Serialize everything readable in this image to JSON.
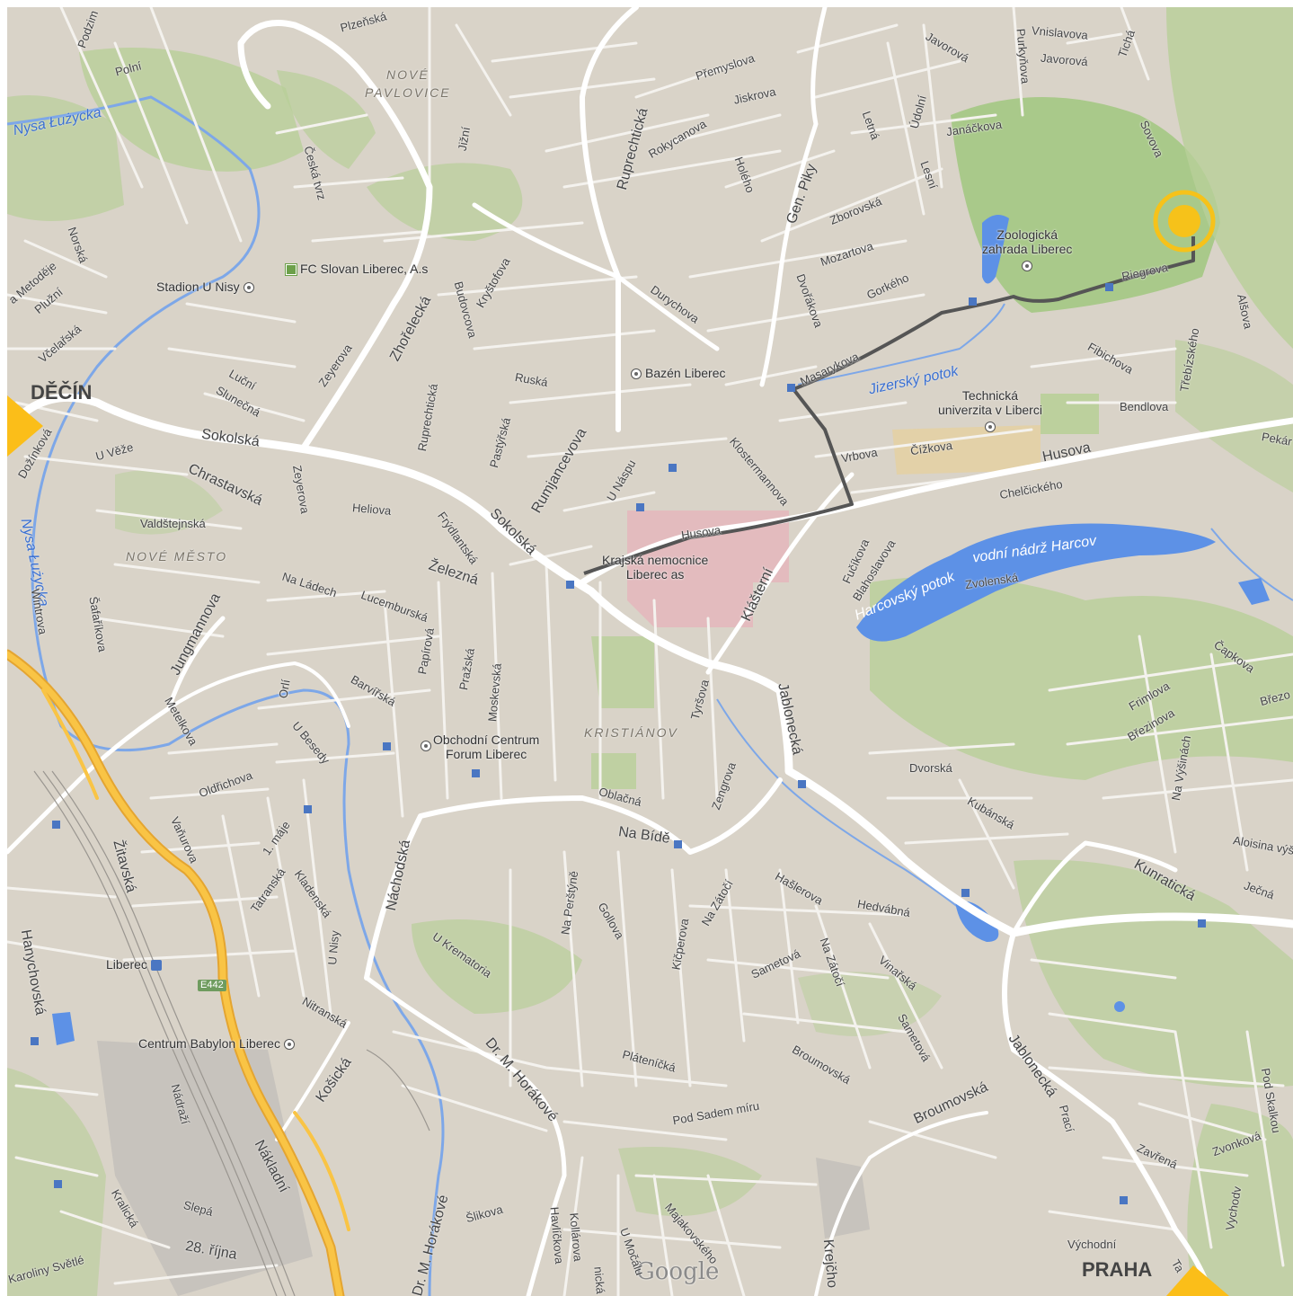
{
  "map": {
    "cities": {
      "left": "DĚČÍN",
      "bottom_right": "PRAHA"
    },
    "districts": [
      "NOVÉ",
      "PAVLOVICE",
      "NOVÉ MĚSTO",
      "KRISTIÁNOV"
    ],
    "pois": {
      "fc_slovan": "FC Slovan Liberec, A.s",
      "stadion": "Stadion U Nisy",
      "bazen": "Bazén Liberec",
      "zoo_1": "Zoologická",
      "zoo_2": "zahrada Liberec",
      "tu_1": "Technická",
      "tu_2": "univerzita v Liberci",
      "nemocnice_1": "Krajská nemocnice",
      "nemocnice_2": "Liberec as",
      "forum_1": "Obchodní Centrum",
      "forum_2": "Forum Liberec",
      "babylon": "Centrum Babylon Liberec",
      "liberec": "Liberec"
    },
    "water": {
      "nysa_top": "Nysa Łużycka",
      "nysa_left": "Nysa Łużycka",
      "jizersky": "Jizerský potok",
      "harcovsky": "Harcovský potok",
      "nadrz": "vodní nádrž Harcov"
    },
    "shield": "E442",
    "attribution": "Google",
    "roads": {
      "plzenska": "Plzeňská",
      "polni": "Polní",
      "podzimni": "Podzim",
      "jizni": "Jižní",
      "ceska_tvrz": "Česká tvrz",
      "premyslova": "Přemyslova",
      "jiskrova": "Jiskrova",
      "rokycanova": "Rokycanova",
      "ruprechticka_top": "Ruprechtická",
      "holeho": "Holého",
      "gen_piky": "Gen. Piky",
      "letna": "Letná",
      "udolni": "Údolní",
      "javorova_1": "Javorová",
      "javorova_2": "Javorová",
      "vnislavova": "Vnislavova",
      "purkynova": "Purkyňova",
      "ticha": "Tichá",
      "sovova": "Sovova",
      "janackova": "Janáčkova",
      "lesni": "Lesní",
      "zborovska": "Zborovská",
      "mozartova": "Mozartova",
      "gorkeho": "Gorkého",
      "dvorakova": "Dvořákova",
      "durychova": "Durychova",
      "budovcova": "Budovcova",
      "krystofova": "Kryštofova",
      "zhorelecka": "Zhořelecká",
      "zeyerova_top": "Zeyerova",
      "norska": "Norská",
      "metodeje": "a Metoděje",
      "pluzni": "Plužní",
      "vcelarska": "Včelařská",
      "lucni": "Luční",
      "slunecna": "Slunečná",
      "ruska": "Ruská",
      "pastyrska": "Pastýřská",
      "ruprechticka_mid": "Ruprechtická",
      "masarykova": "Masarykova",
      "fibichova": "Fibichova",
      "bendlova": "Bendlova",
      "riegrova": "Riegrova",
      "alsova": "Alšova",
      "trebizskeho": "Třebízského",
      "pekarska": "Pekár",
      "sokolska_1": "Sokolská",
      "sokolska_2": "Sokolská",
      "chrastavska": "Chrastavská",
      "u_veze": "U Věže",
      "dozinkova": "Dožínková",
      "zeyerova_mid": "Zeyerova",
      "heliova": "Heliova",
      "valdstejnska": "Valdštejnská",
      "rumjancevova": "Rumjancevova",
      "u_naspu": "U Náspu",
      "frydlantska": "Frýdlantská",
      "zelezna": "Železná",
      "na_ladech": "Na Ládech",
      "lucemburska": "Lucemburská",
      "papirova": "Papírová",
      "prazska": "Pražská",
      "moskevska": "Moskevská",
      "klostermannova": "Klostermannova",
      "vrbova": "Vrbova",
      "cizkova": "Čížkova",
      "husova_1": "Husova",
      "husova_2": "Husova",
      "chelcickeho": "Chelčického",
      "fucikova": "Fučíkova",
      "blahoslavova": "Blahoslavova",
      "klasterni": "Klášterní",
      "zvolenska": "Zvolenská",
      "capkova": "Čapkova",
      "frimlova": "Frimlova",
      "brezinova": "Březinova",
      "brezova": "Březo",
      "na_vysinach": "Na Výšinách",
      "wintrova": "Wintrova",
      "safarikova": "Šafaříkova",
      "jungmannova": "Jungmannova",
      "metelkova": "Metelkova",
      "orli": "Orlí",
      "u_besedy": "U Besedy",
      "barvirska": "Barvířská",
      "jablonecka_1": "Jablonecká",
      "tyrsova": "Tyršova",
      "zengrova": "Zengrova",
      "oblacna": "Oblačná",
      "oldrichova": "Oldřichova",
      "na_bide": "Na Bídě",
      "dvorska": "Dvorská",
      "kubanska": "Kubánská",
      "aloisina": "Aloisina výš",
      "kunraticka": "Kunratická",
      "jecna": "Ječná",
      "zitavska": "Žitavská",
      "varsurova": "Vaňurova",
      "prvni_maje": "1. máje",
      "tatranska": "Tatranská",
      "kladenska": "Kladenská",
      "u_nisy": "U Nisy",
      "nachodska": "Náchodská",
      "na_perstyne": "Na Perštýně",
      "gollova": "Gollova",
      "na_zatoci_1": "Na Zátočí",
      "haslerova": "Hašlerova",
      "hedvabna": "Hedvábná",
      "kicperova": "Kičperova",
      "samelova": "Sametová",
      "na_zatoci_2": "Na Zátočí",
      "vinarska": "Vinařská",
      "sametova": "Sametová",
      "u_krematoria": "U Krematoria",
      "hanychovska": "Hanychovská",
      "nitranska": "Nitranská",
      "kosicka": "Košická",
      "dr_horakove_1": "Dr. M. Horákové",
      "platenicka": "Pláteníčká",
      "broumovska_1": "Broumovská",
      "broumovska_2": "Broumovská",
      "jablonecka_2": "Jablonecká",
      "praci": "Prací",
      "zvonkova": "Zvonková",
      "pod_skalkou": "Pod Skalkou",
      "nadrazi": "Nádraží",
      "nakladni": "Nákladní",
      "pod_sadem_miru": "Pod Sadem míru",
      "zavrena": "Zavřená",
      "vychodni": "Východní",
      "krejcho": "Krejčho",
      "u_mocalu": "U Močálu",
      "majakovskeho": "Majakovského",
      "kollarova": "Kollárova",
      "havlickova": "Havlíčkova",
      "slikova": "Šlikova",
      "dr_horakove_2": "Dr. M. Horákové",
      "slepa": "Slepá",
      "kralicka": "Kralická",
      "rijna": "28. října",
      "karoliny_svetle": "Karoliny Světlé",
      "nicka": "nická",
      "tanvaldska": "Ta",
      "vychodni_2": "Vychodv"
    }
  }
}
